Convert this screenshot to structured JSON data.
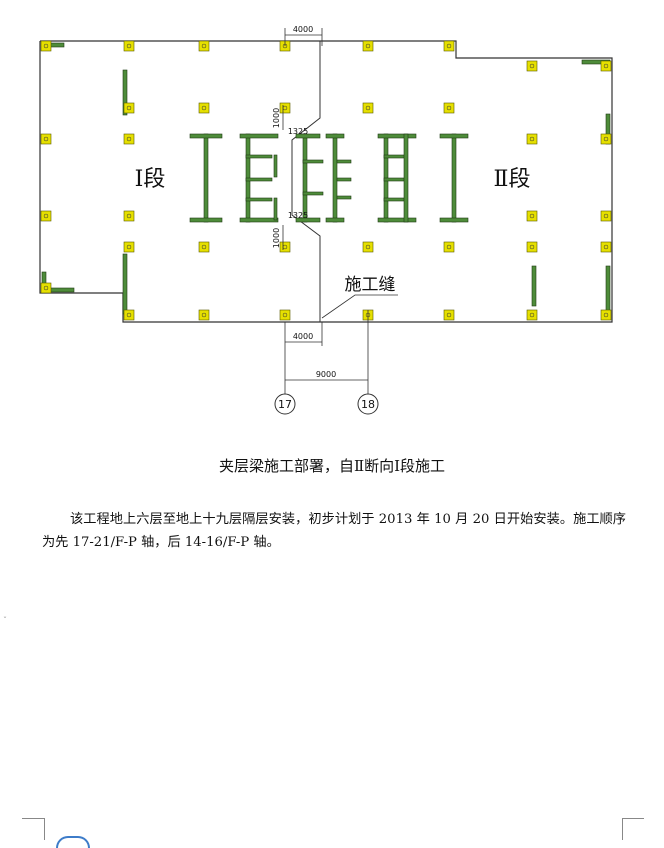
{
  "drawing": {
    "zone_left_label": "Ⅰ段",
    "zone_right_label": "Ⅱ段",
    "joint_label": "施工缝",
    "dim_top": "4000",
    "dim_bottom": "4000",
    "dim_axis": "9000",
    "dim_v_upper": "1000",
    "dim_v_lower": "1000",
    "dim_small_upper": "1325",
    "dim_small_lower": "1325",
    "axis_17": "17",
    "axis_18": "18",
    "line_color": "#333333",
    "wall_fill": "#4e8c3a",
    "column_fill": "#e6e000"
  },
  "caption": "夹层梁施工部署，自Ⅱ断向Ⅰ段施工",
  "paragraph": "该工程地上六层至地上十九层隔层安装，初步计划于 2013 年 10 月 20 日开始安装。施工顺序为先 17-21/F-P 轴，后 14-16/F-P 轴。",
  "margin_mark": "ˇ"
}
